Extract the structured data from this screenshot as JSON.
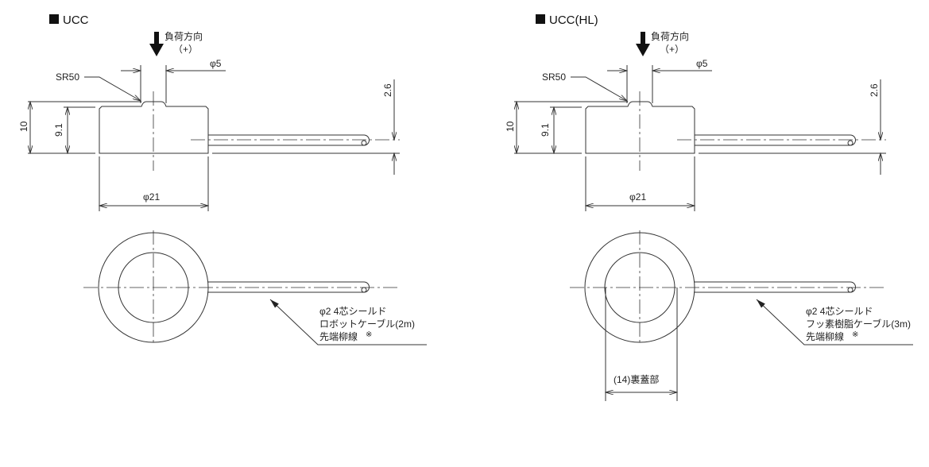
{
  "drawings": [
    {
      "title": "UCC",
      "load_direction": "負荷方向",
      "load_sign": "（+）",
      "dim_boss": "φ5",
      "sphere_radius": "SR50",
      "dim_height_total": "10",
      "dim_height_body": "9.1",
      "dim_cable": "2.6",
      "dim_diameter": "φ21",
      "cable_line1": "φ2 4芯シールド",
      "cable_line2": "ロボットケーブル(2m)",
      "cable_line3": "先端柳線",
      "note_mark": "※"
    },
    {
      "title": "UCC(HL)",
      "load_direction": "負荷方向",
      "load_sign": "（+）",
      "dim_boss": "φ5",
      "sphere_radius": "SR50",
      "dim_height_total": "10",
      "dim_height_body": "9.1",
      "dim_cable": "2.6",
      "dim_diameter": "φ21",
      "cable_line1": "φ2 4芯シールド",
      "cable_line2": "フッ素樹脂ケーブル(3m)",
      "cable_line3": "先端柳線",
      "note_mark": "※",
      "back_cover": "(14)裏蓋部"
    }
  ]
}
